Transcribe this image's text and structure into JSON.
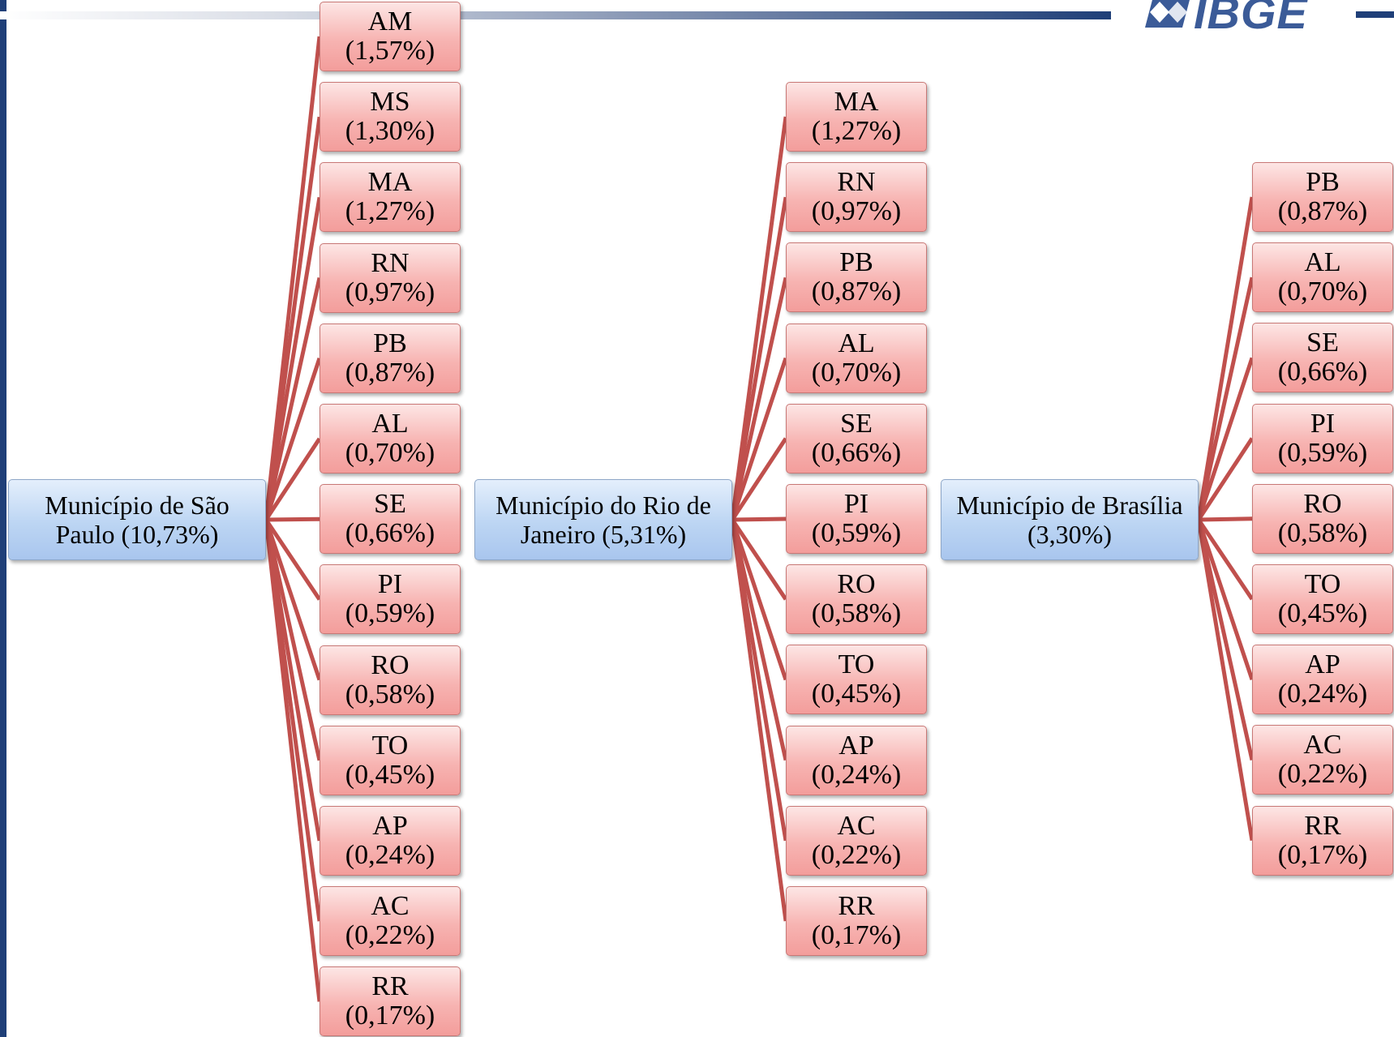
{
  "colors": {
    "connector": "#c0504d",
    "root_fill": "#bcd5f3",
    "leaf_fill": "#f7b4b2",
    "accent_navy": "#1f3f78",
    "logo": "#3b5b98"
  },
  "logo": {
    "text": "IBGE",
    "icon": "ibge-mark-icon"
  },
  "groups": [
    {
      "root": {
        "line1": "Município de São",
        "line2": "Paulo (10,73%)"
      },
      "leaves": [
        {
          "code": "AM",
          "pct": "(1,57%)"
        },
        {
          "code": "MS",
          "pct": "(1,30%)"
        },
        {
          "code": "MA",
          "pct": "(1,27%)"
        },
        {
          "code": "RN",
          "pct": "(0,97%)"
        },
        {
          "code": "PB",
          "pct": "(0,87%)"
        },
        {
          "code": "AL",
          "pct": "(0,70%)"
        },
        {
          "code": "SE",
          "pct": "(0,66%)"
        },
        {
          "code": "PI",
          "pct": "(0,59%)"
        },
        {
          "code": "RO",
          "pct": "(0,58%)"
        },
        {
          "code": "TO",
          "pct": "(0,45%)"
        },
        {
          "code": "AP",
          "pct": "(0,24%)"
        },
        {
          "code": "AC",
          "pct": "(0,22%)"
        },
        {
          "code": "RR",
          "pct": "(0,17%)"
        }
      ]
    },
    {
      "root": {
        "line1": "Município do Rio de",
        "line2": "Janeiro (5,31%)"
      },
      "leaves": [
        {
          "code": "MA",
          "pct": "(1,27%)"
        },
        {
          "code": "RN",
          "pct": "(0,97%)"
        },
        {
          "code": "PB",
          "pct": "(0,87%)"
        },
        {
          "code": "AL",
          "pct": "(0,70%)"
        },
        {
          "code": "SE",
          "pct": "(0,66%)"
        },
        {
          "code": "PI",
          "pct": "(0,59%)"
        },
        {
          "code": "RO",
          "pct": "(0,58%)"
        },
        {
          "code": "TO",
          "pct": "(0,45%)"
        },
        {
          "code": "AP",
          "pct": "(0,24%)"
        },
        {
          "code": "AC",
          "pct": "(0,22%)"
        },
        {
          "code": "RR",
          "pct": "(0,17%)"
        }
      ]
    },
    {
      "root": {
        "line1": "Município de Brasília",
        "line2": "(3,30%)"
      },
      "leaves": [
        {
          "code": "PB",
          "pct": "(0,87%)"
        },
        {
          "code": "AL",
          "pct": "(0,70%)"
        },
        {
          "code": "SE",
          "pct": "(0,66%)"
        },
        {
          "code": "PI",
          "pct": "(0,59%)"
        },
        {
          "code": "RO",
          "pct": "(0,58%)"
        },
        {
          "code": "TO",
          "pct": "(0,45%)"
        },
        {
          "code": "AP",
          "pct": "(0,24%)"
        },
        {
          "code": "AC",
          "pct": "(0,22%)"
        },
        {
          "code": "RR",
          "pct": "(0,17%)"
        }
      ]
    }
  ]
}
